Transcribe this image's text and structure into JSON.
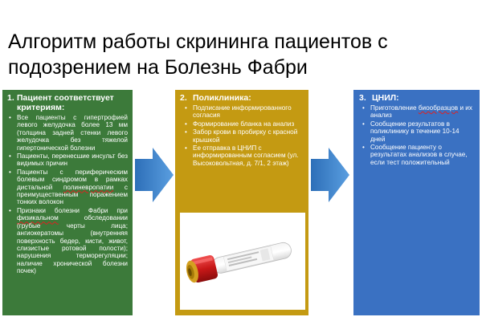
{
  "title_line1": "Алгоритм работы скрининга пациентов с",
  "title_line2": "подозрением на Болезнь Фабри",
  "colors": {
    "step1": "#3c7a3a",
    "step2": "#c49a12",
    "step3": "#3a71c2",
    "arrow": "#3f86d0"
  },
  "step1": {
    "num": "1.",
    "title_l1": "Пациент соответствует",
    "title_l2": "критериям:",
    "item1": "Все пациенты с гипертрофией левого желудочка более 13 мм (толщина задней стенки левого желудочка без тяжелой гипертонической болезни",
    "item2": "Пациенты, перенесшие инсульт без видимых причин",
    "item3_a": "Пациенты с периферическим болевым синдромом в рамках дистальной ",
    "item3_b": "полиневропатии",
    "item3_c": " с преимущественным поражением тонких волокон",
    "item4_a": "Признаки болезни Фабри при ",
    "item4_b": "физикальном",
    "item4_c": " обследовании (грубые черты лица; ангиокератомы (внутренняя поверхность бедер, кисти, живот, слизистые ротовой полости); нарушения терморегуляции; наличие хронической болезни почек)"
  },
  "step2": {
    "num": "2.",
    "title": "Поликлиника:",
    "items": [
      "Подписание информированного согласия",
      "Формирование бланка на анализ",
      "Забор крови в пробирку с красной крышкой",
      "Ее отправка в ЦНИП с информированным согласием (ул. Высоковольтная, д. 7/1, 2 этаж)"
    ],
    "image_icon": "blood-tube-icon"
  },
  "step3": {
    "num": "3.",
    "title": "ЦНИЛ:",
    "item1_a": "Приготовление ",
    "item1_b": "биообразцов",
    "item1_c": " и их анализ",
    "item2": "Сообщение результатов в поликлинику в течение 10-14 дней",
    "item3": "Сообщение пациенту о результатах анализов в случае, если тест положительный"
  }
}
